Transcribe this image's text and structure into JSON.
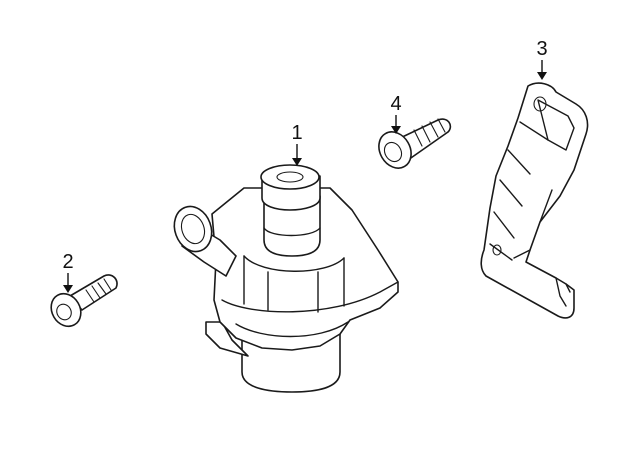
{
  "callouts": {
    "c1": "1",
    "c2": "2",
    "c3": "3",
    "c4": "4"
  },
  "colors": {
    "ink": "#1a1a1a",
    "background": "#ffffff"
  }
}
